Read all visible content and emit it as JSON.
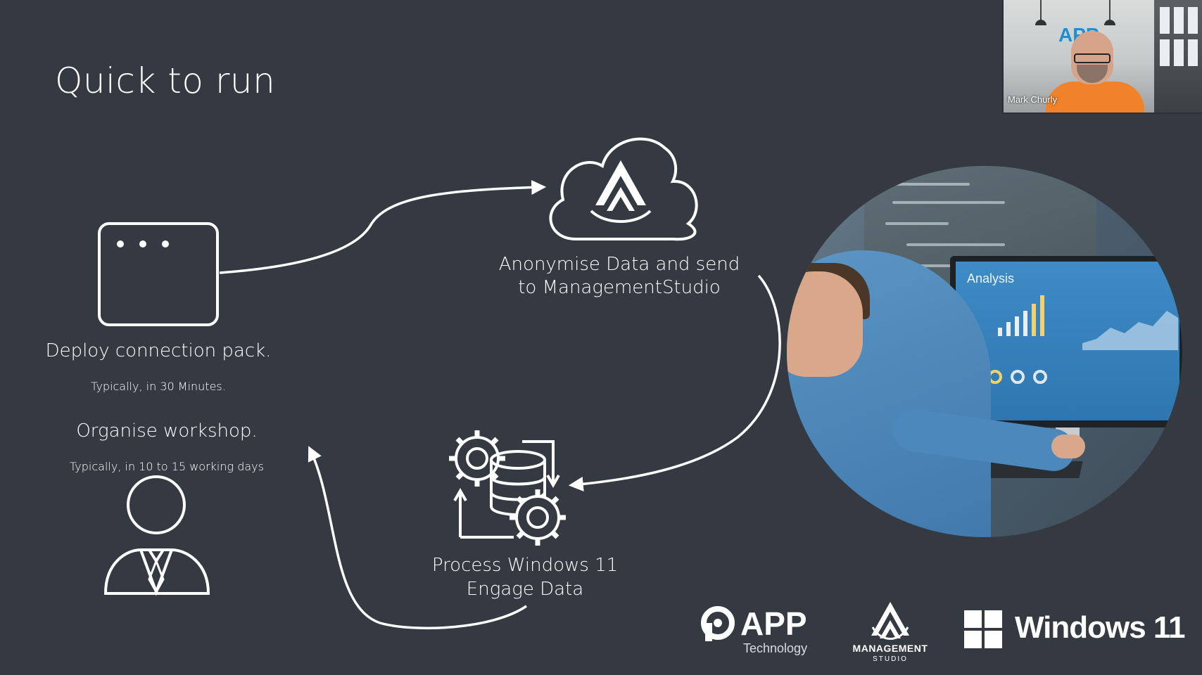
{
  "slide": {
    "title": "Quick to run",
    "steps": {
      "deploy": {
        "title": "Deploy connection pack.",
        "subtitle": "Typically, in 30 Minutes."
      },
      "workshop": {
        "title": "Organise workshop.",
        "subtitle": "Typically, in 10 to 15  working days"
      },
      "anonymise": {
        "line1": "Anonymise Data and send",
        "line2": "to ManagementStudio"
      },
      "process": {
        "line1": "Process Windows 11",
        "line2": "Engage Data"
      }
    },
    "icons": {
      "deploy": "browser-window-icon",
      "anonymise": "cloud-icon",
      "process": "gears-database-icon",
      "workshop": "person-icon"
    }
  },
  "webcam": {
    "participant_name": "Mark Churly",
    "background_logo": "APP"
  },
  "photo": {
    "screen_title": "Analysis"
  },
  "logos": {
    "app": {
      "name": "APP",
      "sub": "Technology"
    },
    "management": {
      "line1": "MANAGEMENT",
      "line2": "STUDIO"
    },
    "windows": {
      "name": "Windows 11"
    }
  },
  "colors": {
    "background": "#353a42",
    "foreground": "#ffffff",
    "webcam_shirt": "#f0822a",
    "webcam_logo": "#1c8fd0"
  }
}
